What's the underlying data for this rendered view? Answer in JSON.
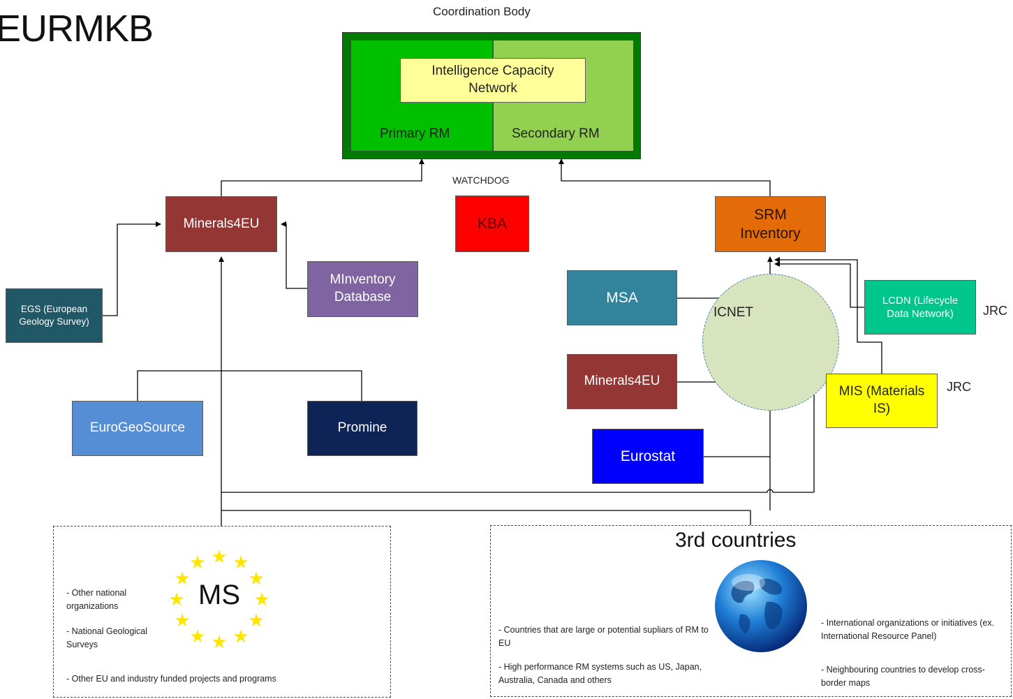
{
  "title": "EURMKB",
  "coordination": {
    "header": "Coordination Body",
    "icn_label": "Intelligence Capacity Network",
    "primary_label": "Primary RM",
    "secondary_label": "Secondary RM"
  },
  "watchdog": {
    "label": "WATCHDOG",
    "kba": "KBA"
  },
  "left": {
    "minerals4eu": "Minerals4EU",
    "minventory": "MInventory Database",
    "egs": "EGS (European Geology Survey)",
    "eurogeosource": "EuroGeoSource",
    "promine": "Promine"
  },
  "right": {
    "srm_inventory": "SRM Inventory",
    "msa": "MSA",
    "icnet": "ICNET",
    "minerals4eu": "Minerals4EU",
    "eurostat": "Eurostat",
    "lcdn": "LCDN (Lifecycle Data Network)",
    "mis": "MIS (Materials IS)",
    "jrc_1": "JRC",
    "jrc_2": "JRC"
  },
  "ms": {
    "emblem": "MS",
    "note_1": "- Other national organizations",
    "note_2": "- National Geological Surveys",
    "note_3": "- Other EU and industry funded projects and programs"
  },
  "third": {
    "title": "3rd countries",
    "note_1": "- Countries that are large or potential supliars of RM to EU",
    "note_2": "- High performance RM systems such as US, Japan, Australia, Canada and others",
    "note_3": "- International organizations or initiatives (ex. International Resource Panel)",
    "note_4": "- Neighbouring countries to develop cross-border maps"
  },
  "colors": {
    "coord_outer": "#007a00",
    "primary": "#00c000",
    "secondary": "#92d050",
    "icn": "#ffff99",
    "minerals4eu": "#943634",
    "minventory": "#8064a2",
    "egs": "#215867",
    "eurogeosource": "#558ed5",
    "promine": "#0e2356",
    "kba": "#ff0000",
    "srm": "#e36c09",
    "msa": "#31849b",
    "eurostat": "#0000ff",
    "lcdn": "#00c68b",
    "mis": "#ffff00",
    "icnet_circle": "#d7e4bd",
    "stars": "#ffe600"
  }
}
